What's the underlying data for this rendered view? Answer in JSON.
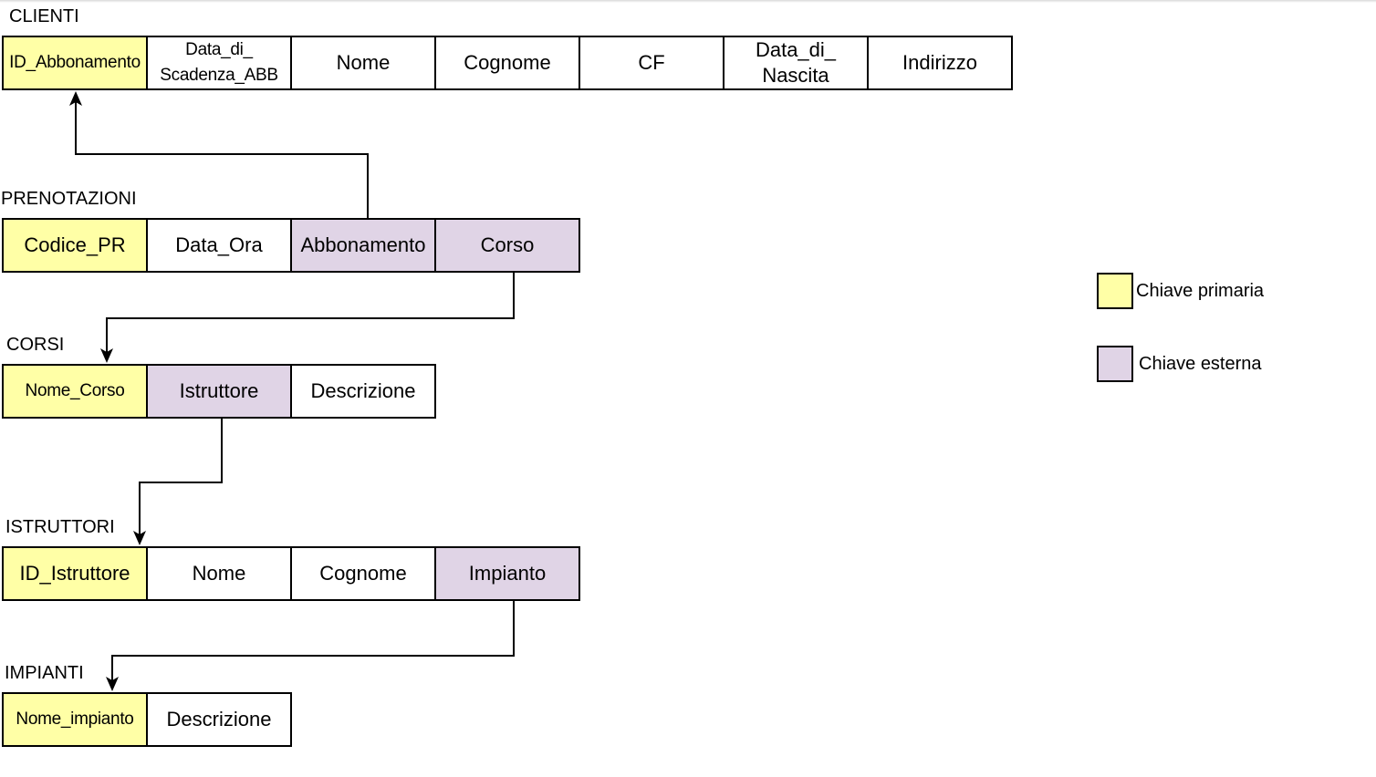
{
  "colors": {
    "primary_key": "#FFFFA6",
    "foreign_key": "#E0D4E6",
    "border": "#000000"
  },
  "tables": {
    "clienti": {
      "name": "CLIENTI",
      "fields": [
        "ID_Abbonamento",
        "Data_di_\nScadenza_ABB",
        "Nome",
        "Cognome",
        "CF",
        "Data_di_\nNascita",
        "Indirizzo"
      ]
    },
    "prenotazioni": {
      "name": "PRENOTAZIONI",
      "fields": [
        "Codice_PR",
        "Data_Ora",
        "Abbonamento",
        "Corso"
      ]
    },
    "corsi": {
      "name": "CORSI",
      "fields": [
        "Nome_Corso",
        "Istruttore",
        "Descrizione"
      ]
    },
    "istruttori": {
      "name": "ISTRUTTORI",
      "fields": [
        "ID_Istruttore",
        "Nome",
        "Cognome",
        "Impianto"
      ]
    },
    "impianti": {
      "name": "IMPIANTI",
      "fields": [
        "Nome_impianto",
        "Descrizione"
      ]
    }
  },
  "relations": [
    {
      "from": "PRENOTAZIONI.Abbonamento",
      "to": "CLIENTI.ID_Abbonamento"
    },
    {
      "from": "PRENOTAZIONI.Corso",
      "to": "CORSI.Nome_Corso"
    },
    {
      "from": "CORSI.Istruttore",
      "to": "ISTRUTTORI.ID_Istruttore"
    },
    {
      "from": "ISTRUTTORI.Impianto",
      "to": "IMPIANTI.Nome_impianto"
    }
  ],
  "legend": {
    "primary_key_label": "Chiave primaria",
    "foreign_key_label": "Chiave esterna"
  }
}
